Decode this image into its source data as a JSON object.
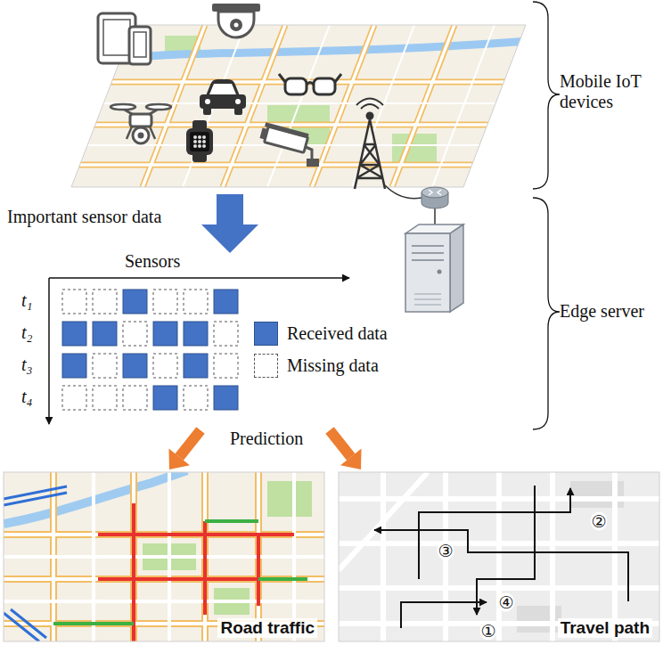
{
  "diagram": {
    "nodes": [
      {
        "text": [
          "Sensors"
        ]
      },
      {
        "text": [
          "Road traffic"
        ]
      },
      {
        "text": [
          "Travel path"
        ]
      }
    ],
    "edges": [
      {
        "from": 0,
        "to": 1,
        "arrow": "to"
      },
      {
        "from": 0,
        "to": 2,
        "arrow": "to"
      }
    ],
    "labels": [
      "Mobile IoT devices",
      "Important sensor data",
      "t₁",
      "t₂",
      "t₃",
      "t₄",
      "Edge server",
      "Prediction",
      "②",
      "③",
      "④",
      "①"
    ],
    "legend": [
      {
        "text": "Received data",
        "color": "#4472c4"
      },
      {
        "text": "Missing data"
      }
    ]
  }
}
